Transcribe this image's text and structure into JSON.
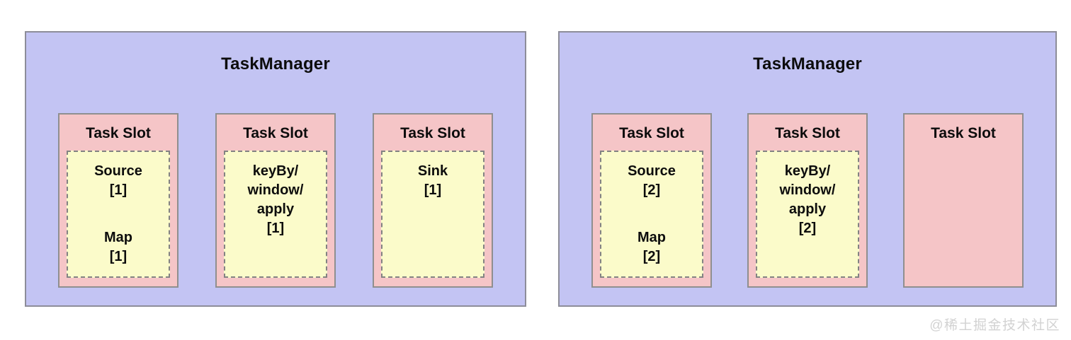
{
  "colors": {
    "taskmanager_bg": "#c3c4f3",
    "taskmanager_border": "#8d8d99",
    "slot_bg": "#f5c5c7",
    "slot_border": "#8f8f8f",
    "task_bg": "#fbfbca",
    "task_border_dashed": "#838383",
    "text": "#0c0c0c",
    "watermark_text": "#d2d2d2",
    "page_bg": "#ffffff"
  },
  "taskmanagers": [
    {
      "title": "TaskManager",
      "slots": [
        {
          "label": "Task Slot",
          "tasks": [
            {
              "lines": [
                "Source",
                "[1]"
              ]
            },
            {
              "lines": [
                "Map",
                "[1]"
              ]
            }
          ]
        },
        {
          "label": "Task Slot",
          "tasks": [
            {
              "lines": [
                "keyBy/",
                "window/",
                "apply",
                "[1]"
              ]
            }
          ]
        },
        {
          "label": "Task Slot",
          "tasks": [
            {
              "lines": [
                "Sink",
                "[1]"
              ]
            }
          ]
        }
      ]
    },
    {
      "title": "TaskManager",
      "slots": [
        {
          "label": "Task Slot",
          "tasks": [
            {
              "lines": [
                "Source",
                "[2]"
              ]
            },
            {
              "lines": [
                "Map",
                "[2]"
              ]
            }
          ]
        },
        {
          "label": "Task Slot",
          "tasks": [
            {
              "lines": [
                "keyBy/",
                "window/",
                "apply",
                "[2]"
              ]
            }
          ]
        },
        {
          "label": "Task Slot",
          "tasks": []
        }
      ]
    }
  ],
  "watermark": {
    "text": "@稀土掘金技术社区"
  }
}
